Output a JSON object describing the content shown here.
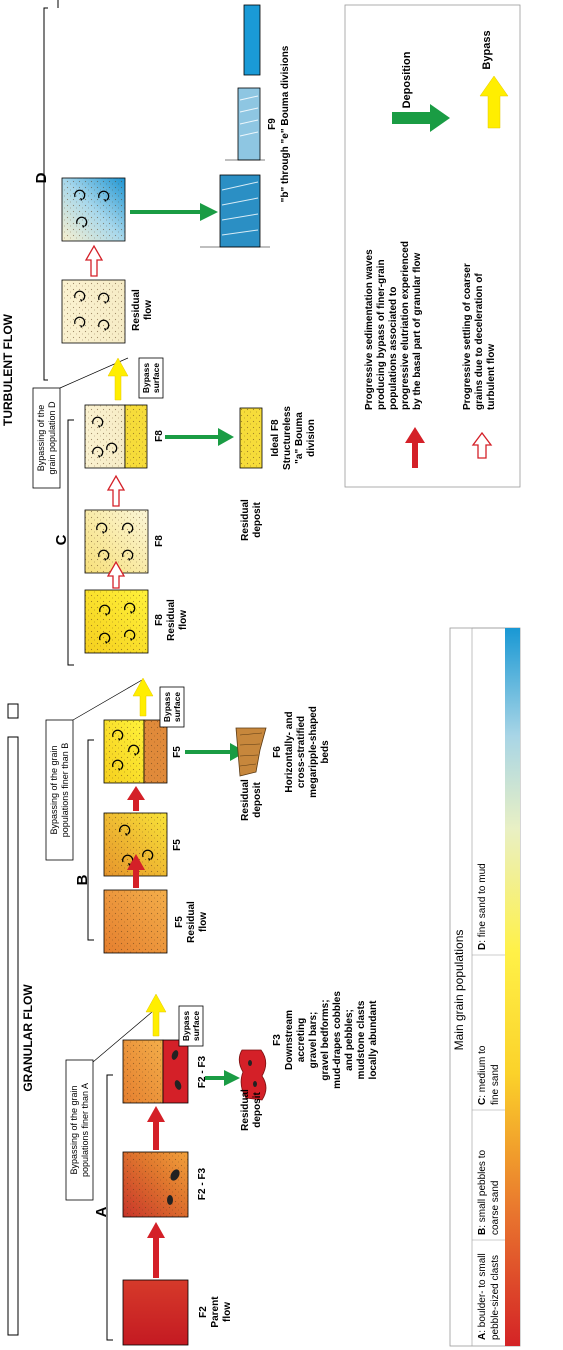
{
  "headings": {
    "granular_flow": "GRANULAR FLOW",
    "turbulent_flow": "TURBULENT FLOW"
  },
  "stages": {
    "a": "A",
    "b": "B",
    "c": "C",
    "d": "D"
  },
  "bypass_notes": {
    "a": [
      "Bypassing of the grain",
      "populations finer than A"
    ],
    "b": [
      "Bypassing of the grain",
      "populations finer than B"
    ],
    "c": [
      "Bypassing of the",
      "grain population D"
    ],
    "surface": [
      "Bypass",
      "surface"
    ]
  },
  "box_labels": {
    "parent": [
      "F2",
      "Parent",
      "flow"
    ],
    "f2f3_1": "F2 - F3",
    "f2f3_2": "F2 - F3",
    "f5_residual": [
      "F5",
      "Residual",
      "flow"
    ],
    "f5_1": "F5",
    "f5_2": "F5",
    "f8_residual": [
      "F8",
      "Residual",
      "flow"
    ],
    "f8_1": "F8",
    "f8_2": "F8",
    "residual_flow": [
      "Residual",
      "flow"
    ]
  },
  "deposits": {
    "residual_deposit": [
      "Residual",
      "deposit"
    ],
    "f3": [
      "F3",
      "Downstream",
      "accreting",
      "gravel bars;",
      "gravel bedforms;",
      "mud-drapes cobbles",
      "and pebbles;",
      "mudstone clasts",
      "locally abundant"
    ],
    "f6": [
      "F6",
      "Horizontally- and",
      "cross-stratified",
      "megaripple-shaped",
      "beds"
    ],
    "f8": [
      "Ideal F8",
      "Structureless",
      "\"a\" Bouma",
      "division"
    ],
    "f9": [
      "F9",
      "\"b\" through \"e\" Bouma divisions"
    ]
  },
  "legend": {
    "title": "Main grain populations",
    "items": [
      {
        "key": "A",
        "text": ": boulder- to small",
        "text2": "pebble-sized clasts"
      },
      {
        "key": "B",
        "text": ": small pebbles to",
        "text2": "coarse sand"
      },
      {
        "key": "C",
        "text": ": medium to",
        "text2": "fine sand"
      },
      {
        "key": "D",
        "text": ": fine sand to mud",
        "text2": ""
      }
    ],
    "arrows": {
      "waves": [
        "Progressive sedimentation waves",
        "producing bypass of finer-grain",
        "populations associated to",
        "progressive elutriation experienced",
        "by the basal part of granular flow"
      ],
      "settling": [
        "Progressive settling of coarser",
        "grains due to deceleration of",
        "turbulent flow"
      ],
      "deposition": "Deposition",
      "bypass": "Bypass"
    }
  },
  "colors": {
    "red": "#d42028",
    "green": "#1a9c44",
    "yellow": "#ffee00",
    "orange": "#e8903a",
    "light_yellow": "#fbf4d2",
    "blue": "#1f9fd6"
  }
}
